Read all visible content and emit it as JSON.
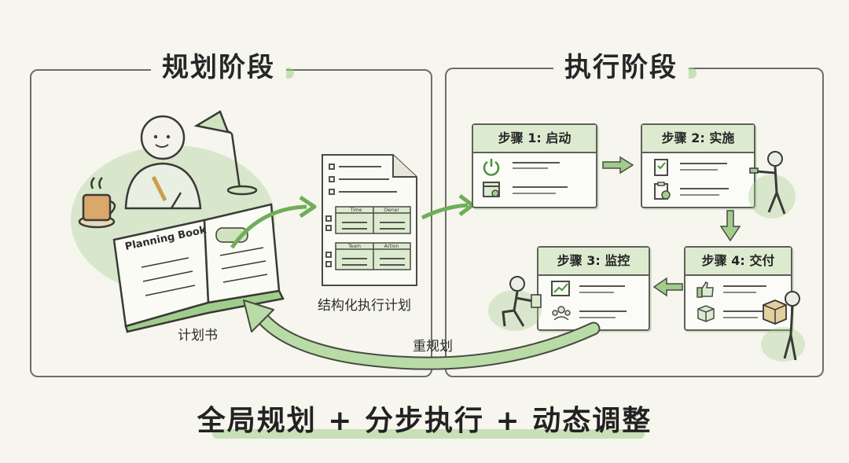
{
  "planning": {
    "title": "规划阶段",
    "book_label": "Planning Book",
    "book_caption": "计划书",
    "plan_caption": "结构化执行计划",
    "doc_headers": [
      "Time",
      "Owner",
      "Team",
      "Action"
    ]
  },
  "execution": {
    "title": "执行阶段",
    "steps": [
      {
        "label": "步骤 1: 启动",
        "icons": [
          "power-icon",
          "settings-window-icon"
        ]
      },
      {
        "label": "步骤 2: 实施",
        "icons": [
          "checklist-icon",
          "clipboard-check-icon"
        ]
      },
      {
        "label": "步骤 3: 监控",
        "icons": [
          "trend-chart-icon",
          "team-icon"
        ]
      },
      {
        "label": "步骤 4: 交付",
        "icons": [
          "thumbs-up-icon",
          "box-icon"
        ]
      }
    ]
  },
  "replan_label": "重规划",
  "footer": "全局规划 + 分步执行 + 动态调整",
  "colors": {
    "accent": "#a0cd8c",
    "card_head": "#dcebd0",
    "ink": "#2b2b2b"
  }
}
